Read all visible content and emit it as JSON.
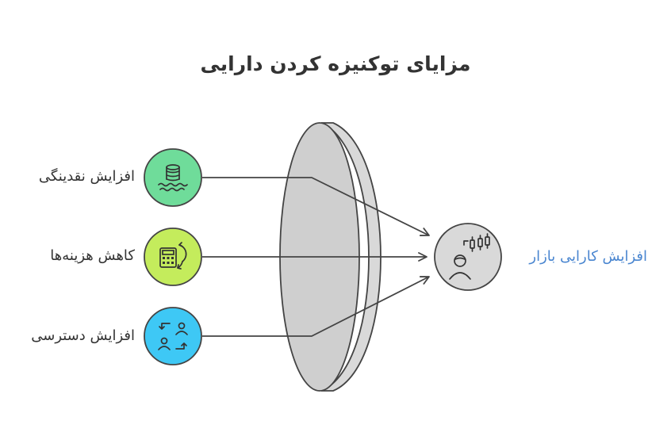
{
  "title": "مزایای توکنیزه کردن دارایی",
  "inputs": [
    {
      "label": "افزایش نقدینگی",
      "icon": "coins-water-icon",
      "color": "#6fdc9a"
    },
    {
      "label": "کاهش هزینه‌ها",
      "icon": "calculator-refresh-icon",
      "color": "#c4ec5c"
    },
    {
      "label": "افزایش دسترسی",
      "icon": "people-exchange-icon",
      "color": "#3ec8f5"
    }
  ],
  "output": {
    "label": "افزایش کارایی بازار",
    "icon": "trader-chart-icon",
    "color": "#d9d9d9"
  },
  "colors": {
    "lens": "#cfcfcf",
    "lens_edge": "#d9d9d9",
    "stroke": "#444444",
    "output_text": "#4a86d0"
  }
}
